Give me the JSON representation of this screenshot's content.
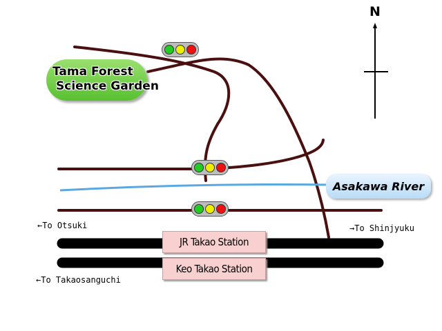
{
  "places": {
    "garden": {
      "line1": "Tama Forest",
      "line2": "Science Garden"
    },
    "river": "Asakawa River",
    "jr_station": "JR Takao Station",
    "keo_station": "Keo Takao Station"
  },
  "directions": {
    "otsuki": "←To Otsuki",
    "shinjyuku": "→To Shinjyuku",
    "takaosanguchi": "←To Takaosanguchi"
  },
  "compass": {
    "north": "N"
  },
  "signal_lights": [
    "green",
    "yellow",
    "red"
  ],
  "colors": {
    "road": "#4a1010",
    "river": "#5aa8e0",
    "rail": "#000000",
    "station_fill": "#f8d0d0",
    "garden_fill": "#6cd040",
    "signal_green": "#22cc22",
    "signal_yellow": "#eeee00",
    "signal_red": "#ee1111"
  }
}
